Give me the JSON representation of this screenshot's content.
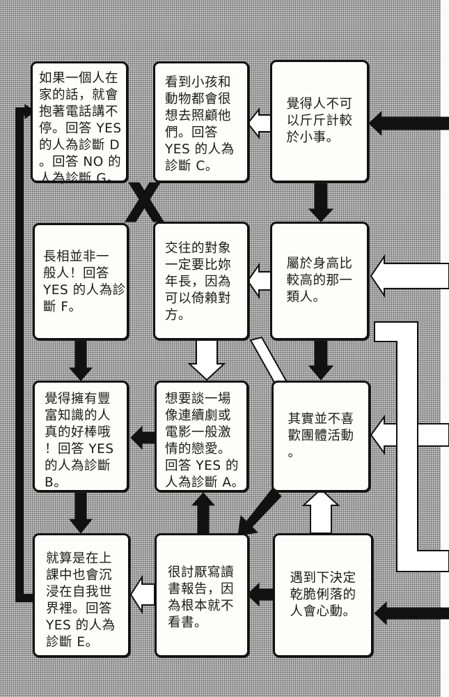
{
  "page": {
    "title": "性格診斷流程圖",
    "legend": {
      "yes_arrow": "black-arrow",
      "no_arrow": "white-arrow"
    }
  },
  "boxes": [
    {
      "id": "q-start",
      "text": "覺得人不可\n以斤斤計較\n於小事。"
    },
    {
      "id": "q-care",
      "text": "看到小孩和\n動物都會很\n想去照顧他\n們。回答\nYES 的人為\n診斷 C。"
    },
    {
      "id": "q-phone",
      "text": "如果一個人在\n家的話，就會\n抱著電話講不\n停。回答 YES\n的人為診斷 D\n。回答 NO 的\n人為診斷 G。"
    },
    {
      "id": "q-tall",
      "text": "屬於身高比\n較高的那一\n類人。"
    },
    {
      "id": "q-older",
      "text": "交往的對象\n一定要比妳\n年長，因為\n可以倚賴對\n方。"
    },
    {
      "id": "q-looks",
      "text": "長相並非一\n般人！回答\nYES 的人為診\n斷 F。"
    },
    {
      "id": "q-group",
      "text": "其實並不喜\n歡團體活動\n。"
    },
    {
      "id": "q-drama",
      "text": "想要談一場\n像連續劇或\n電影一般激\n情的戀愛。\n回答 YES 的\n人為診斷 A。"
    },
    {
      "id": "q-knowledge",
      "text": "覺得擁有豐\n富知識的人\n真的好棒哦\n！回答 YES\n的人為診斷\nB。"
    },
    {
      "id": "q-decisive",
      "text": "遇到下決定\n乾脆俐落的\n人會心動。"
    },
    {
      "id": "q-report",
      "text": "很討厭寫讀\n書報告，因\n為根本就不\n看書。"
    },
    {
      "id": "q-daydream",
      "text": "就算是在上\n課中也會沉\n浸在自我世\n界裡。回答\nYES 的人為\n診斷 E。"
    }
  ],
  "colors": {
    "yes": "#111111",
    "no": "#ffffff",
    "background": "#a9a9a9",
    "box": "#fdfdfb"
  }
}
